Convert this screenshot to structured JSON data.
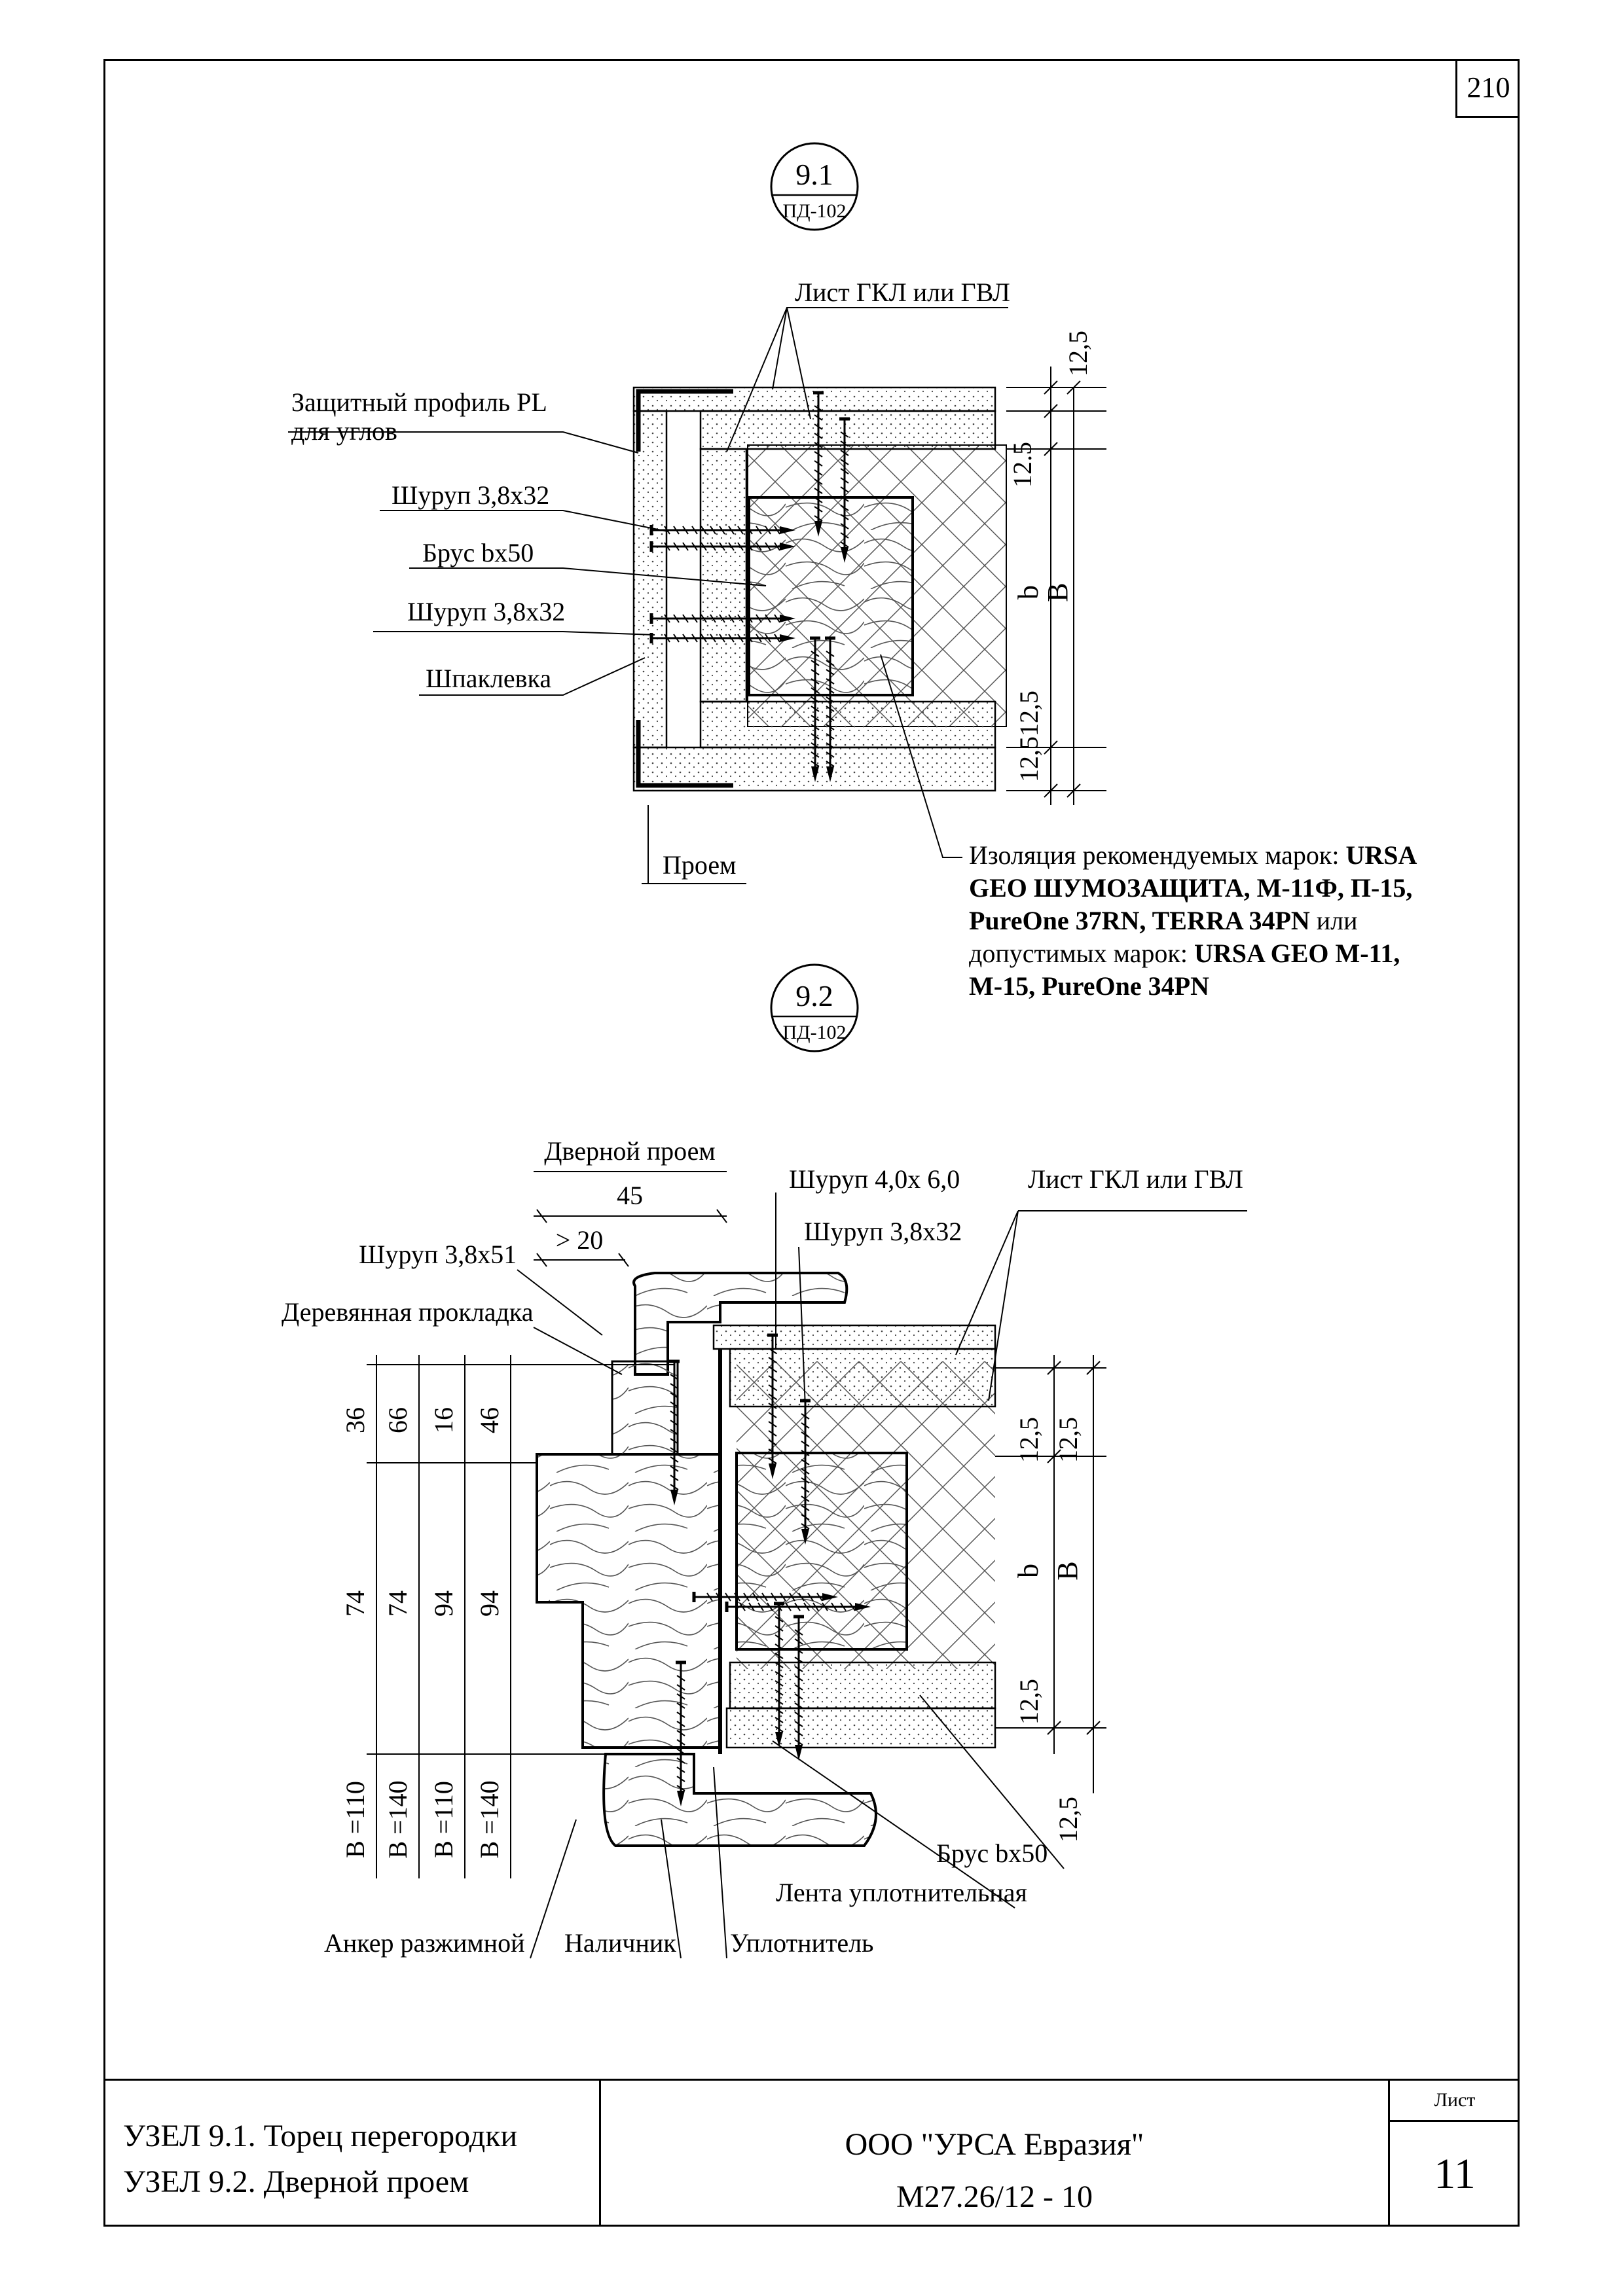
{
  "sheet_number_top": "210",
  "node_1": {
    "marker": {
      "number": "9.1",
      "ref": "ПД-102"
    },
    "labels": {
      "sheet_gkl": "Лист ГКЛ или ГВЛ",
      "corner_profile": [
        "Защитный профиль PL",
        "для углов"
      ],
      "screw_1": "Шуруп 3,8х32",
      "beam": "Брус bх50",
      "screw_2": "Шуруп 3,8х32",
      "putty": "Шпаклевка",
      "opening": "Проем"
    },
    "dims": {
      "d_top": "12,5",
      "d_upper": "12.5",
      "d_b": "b",
      "d_B": "B",
      "d_lower_a": "12,512,5",
      "d_lower_b": "12,512,5"
    },
    "insulation_note": [
      [
        {
          "t": "Изоляция рекомендуемых марок: ",
          "b": false
        },
        {
          "t": "URSA",
          "b": true
        }
      ],
      [
        {
          "t": "GEO ШУМОЗАЩИТА, М-11Ф, П-15,",
          "b": true
        }
      ],
      [
        {
          "t": "PureOne 37RN, TERRA 34PN",
          "b": true
        },
        {
          "t": " или",
          "b": false
        }
      ],
      [
        {
          "t": "допустимых марок: ",
          "b": false
        },
        {
          "t": "URSA GEO М-11,",
          "b": true
        }
      ],
      [
        {
          "t": "М-15, PureOne 34PN",
          "b": true
        }
      ]
    ]
  },
  "node_2": {
    "marker": {
      "number": "9.2",
      "ref": "ПД-102"
    },
    "labels": {
      "door_opening": "Дверной проем",
      "dim_45": "45",
      "dim_20": "> 20",
      "screw_40x60": "Шуруп 4,0х 6,0",
      "sheet_gkl": "Лист ГКЛ или ГВЛ",
      "screw_38x32": "Шуруп 3,8х32",
      "screw_38x51": "Шуруп 3,8х51",
      "wood_pad": "Деревянная прокладка",
      "beam": "Брус bх50",
      "sealing_tape": "Лента уплотнительная",
      "anchor": "Анкер разжимной",
      "trim": "Наличник",
      "seal": "Уплотнитель"
    },
    "dims_left": {
      "top": [
        "36",
        "66",
        "16",
        "46"
      ],
      "mid": [
        "74",
        "74",
        "94",
        "94"
      ],
      "bot": [
        "В =110",
        "В =140",
        "В =110",
        "В =140"
      ]
    },
    "dims_right": {
      "d1": "12,5",
      "d2": "12,5",
      "d_b": "b",
      "d_B": "B",
      "d3": "12,5",
      "d4": "12,5"
    }
  },
  "title_block": {
    "lines": [
      "УЗЕЛ 9.1. Торец перегородки",
      "УЗЕЛ 9.2. Дверной проем"
    ],
    "org": "ООО \"УРСА Евразия\"",
    "code": "М27.26/12 - 10",
    "sheet_label": "Лист",
    "sheet_number": "11"
  }
}
